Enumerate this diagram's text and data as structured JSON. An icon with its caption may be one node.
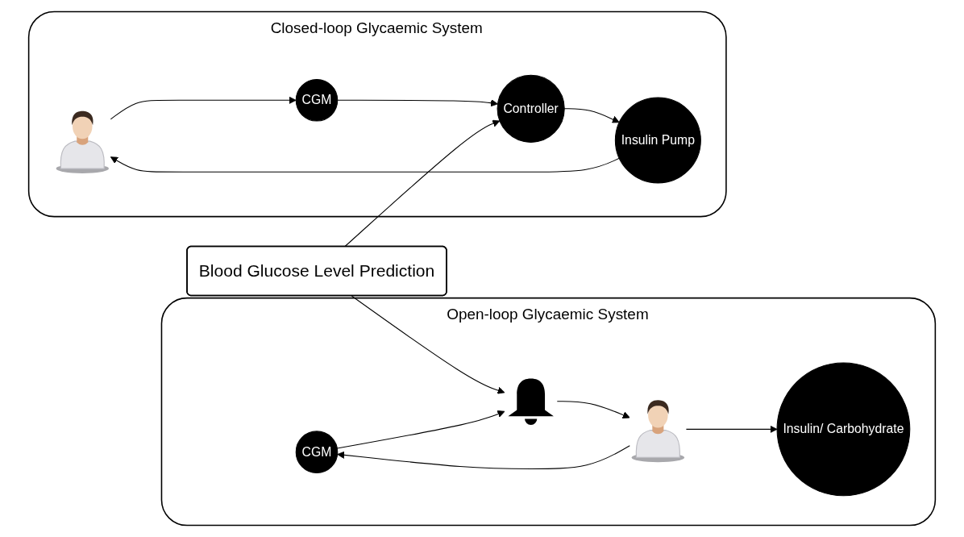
{
  "diagram": {
    "nodes": [
      {
        "text": [
          "Blood Glucose Level Prediction"
        ]
      },
      {
        "text": [
          "Closed-loop Glycaemic System"
        ]
      },
      {
        "text": [],
        "shape": "person",
        "in": 1
      },
      {
        "text": [
          "CGM"
        ],
        "in": 1
      },
      {
        "text": [
          "Controller"
        ],
        "in": 1
      },
      {
        "text": [
          "Insulin Pump"
        ],
        "in": 1
      },
      {
        "text": [
          "Open-loop Glycaemic System"
        ]
      },
      {
        "text": [
          "CGM"
        ],
        "in": 6
      },
      {
        "text": [],
        "shape": "bell",
        "in": 6
      },
      {
        "text": [],
        "shape": "person",
        "in": 6
      },
      {
        "text": [
          "Insulin/ Carbohydrate"
        ],
        "in": 6
      }
    ],
    "edges": [
      {
        "from": 2,
        "to": 3,
        "arrow": "to"
      },
      {
        "from": 3,
        "to": 4,
        "arrow": "to"
      },
      {
        "from": 4,
        "to": 5,
        "arrow": "to"
      },
      {
        "from": 5,
        "to": 2,
        "arrow": "to"
      },
      {
        "from": 0,
        "to": 4,
        "arrow": "to"
      },
      {
        "from": 0,
        "to": 8,
        "arrow": "to"
      },
      {
        "from": 7,
        "to": 8,
        "arrow": "to"
      },
      {
        "from": 8,
        "to": 9,
        "arrow": "to"
      },
      {
        "from": 9,
        "to": 7,
        "arrow": "to"
      },
      {
        "from": 9,
        "to": 10,
        "arrow": "to"
      }
    ]
  }
}
